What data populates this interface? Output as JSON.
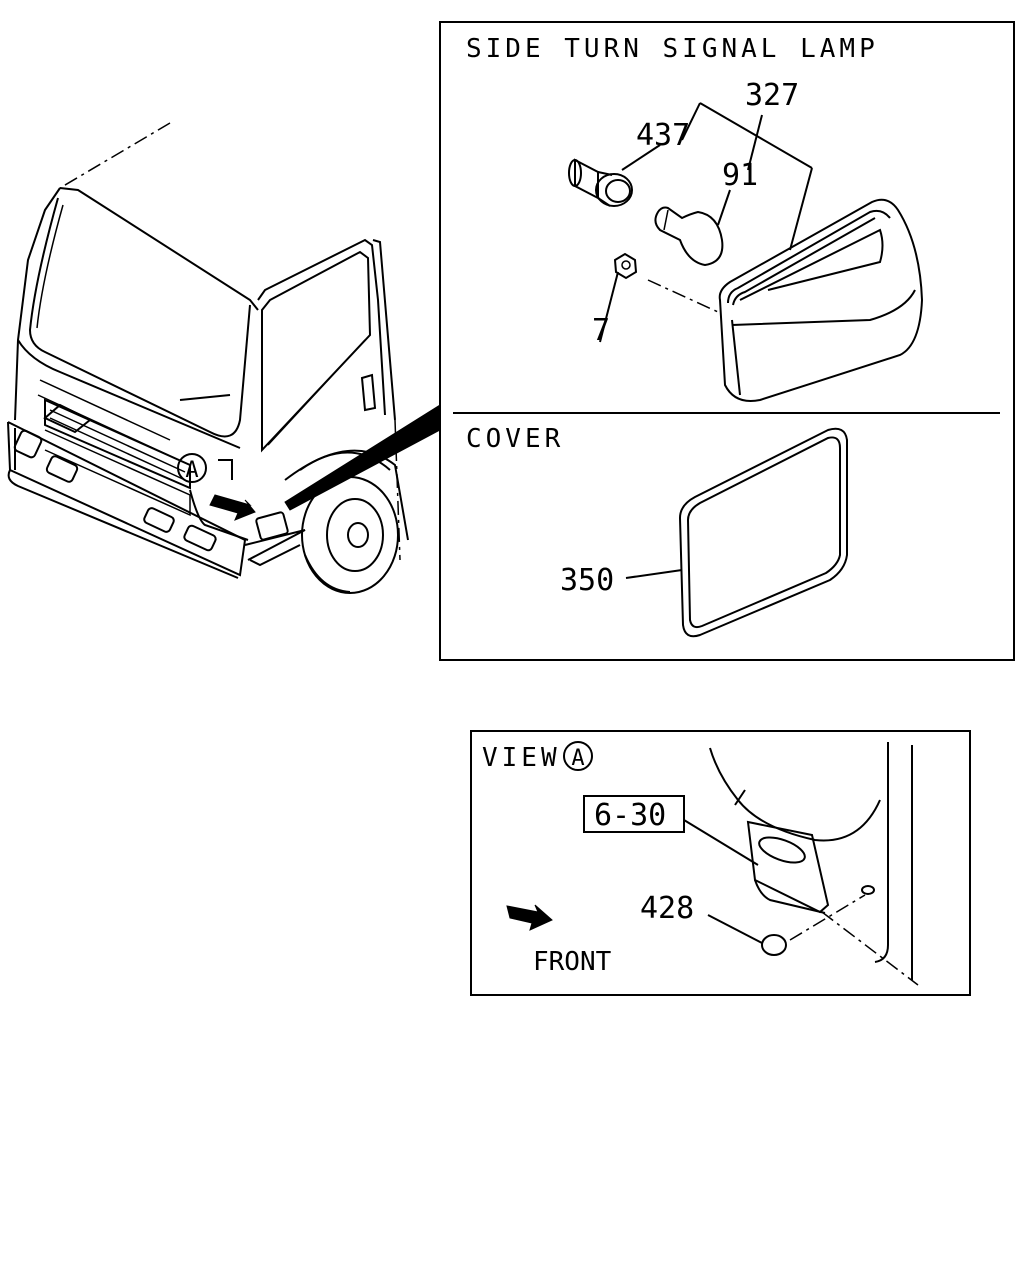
{
  "panels": {
    "side_turn_signal_lamp": {
      "title": "SIDE TURN SIGNAL LAMP",
      "parts": {
        "assembly": "327",
        "socket": "437",
        "bulb": "91",
        "nut": "7"
      }
    },
    "cover": {
      "title": "COVER",
      "parts": {
        "cover": "350"
      }
    },
    "view_a": {
      "title": "VIEW",
      "circle_letter": "A",
      "ref_box": "6-30",
      "parts": {
        "grommet": "428"
      },
      "direction_label": "FRONT"
    }
  },
  "truck": {
    "callout_letter": "A"
  }
}
